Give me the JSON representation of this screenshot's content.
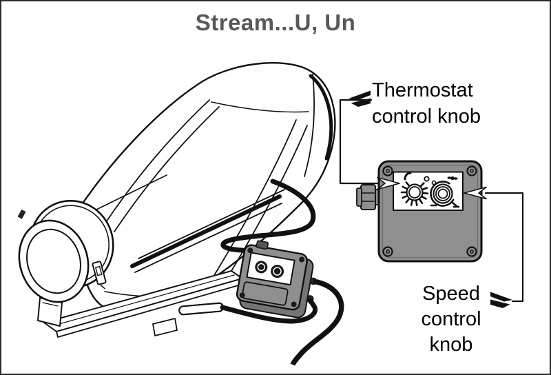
{
  "title": "Stream...U, Un",
  "labels": {
    "thermostat": {
      "line1": "Thermostat",
      "line2": "control knob"
    },
    "speed": {
      "line1": "Speed",
      "line2": "control",
      "line3": "knob"
    }
  },
  "colors": {
    "background": "#ffffff",
    "border": "#2b2b2b",
    "title_text": "#58585a",
    "label_text": "#000000",
    "line_art": "#111111",
    "control_box_gray": "#8f8f8f",
    "control_box_depth_gray": "#757575",
    "panel_white": "#ffffff"
  },
  "icons": {
    "thermostat_dial": "thermostat-dial-icon",
    "speed_dial": "speed-dial-icon",
    "fan_symbol": "fan-icon",
    "screw": "screw-icon",
    "pointer_arrow": "arrow-icon",
    "cable_gland": "cable-gland-icon"
  }
}
